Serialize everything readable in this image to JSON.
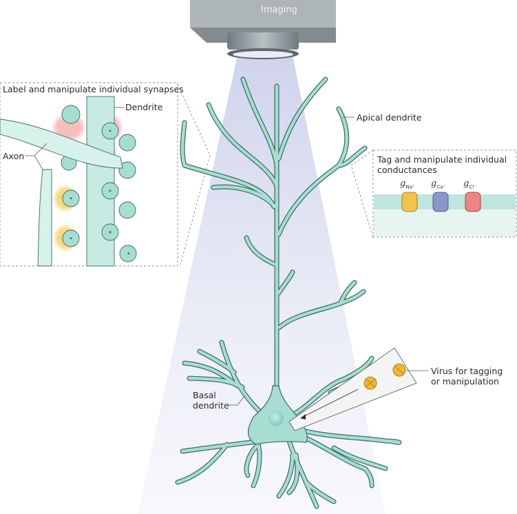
{
  "camera": {
    "label": "Imaging"
  },
  "labels": {
    "synapse_inset_title": "Label and manipulate individual synapses",
    "dendrite": "Dendrite",
    "axon": "Axon",
    "apical_dendrite": "Apical dendrite",
    "conductance_inset_title_line1": "Tag and manipulate individual",
    "conductance_inset_title_line2": "conductances",
    "basal_dendrite_line1": "Basal",
    "basal_dendrite_line2": "dendrite",
    "virus_line1": "Virus for tagging",
    "virus_line2": "or manipulation"
  },
  "channels": [
    {
      "symbol": "g",
      "ion": "Na⁺",
      "color": "#f2c14e"
    },
    {
      "symbol": "g",
      "ion": "Ca⁺",
      "color": "#8d96c9"
    },
    {
      "symbol": "g",
      "ion": "Cl⁻",
      "color": "#ee8585"
    }
  ],
  "colors": {
    "neuron_fill": "#a8ddd2",
    "neuron_stroke": "#3c6b63",
    "light_beam": "#dcdff0",
    "camera_body": "#9ea5a8",
    "synapse_glow_red": "#f5a3a3",
    "synapse_glow_yellow": "#f7c64b",
    "membrane": "#bfe6de"
  }
}
